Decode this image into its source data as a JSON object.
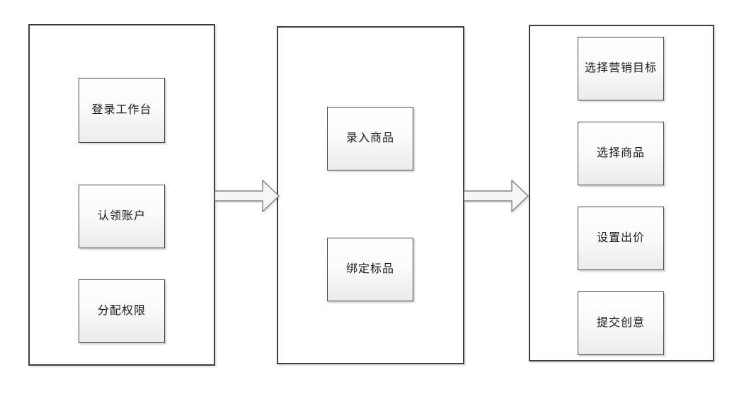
{
  "columns": [
    {
      "name": "stage-1",
      "steps": [
        {
          "label": "登录工作台"
        },
        {
          "label": "认领账户"
        },
        {
          "label": "分配权限"
        }
      ]
    },
    {
      "name": "stage-2",
      "steps": [
        {
          "label": "录入商品"
        },
        {
          "label": "绑定标品"
        }
      ]
    },
    {
      "name": "stage-3",
      "steps": [
        {
          "label": "选择营销目标"
        },
        {
          "label": "选择商品"
        },
        {
          "label": "设置出价"
        },
        {
          "label": "提交创意"
        }
      ]
    }
  ],
  "arrows": [
    {
      "name": "arrow-1",
      "direction": "right"
    },
    {
      "name": "arrow-2",
      "direction": "right"
    }
  ],
  "colors": {
    "background": "#ffffff",
    "container_border": "#3f3f3f",
    "step_border": "#474747",
    "step_fill_top": "#ffffff",
    "step_fill_bottom": "#ebebeb",
    "arrow_stroke": "#6e6e6e",
    "arrow_fill": "#f6f6f6",
    "text": "#191919"
  }
}
